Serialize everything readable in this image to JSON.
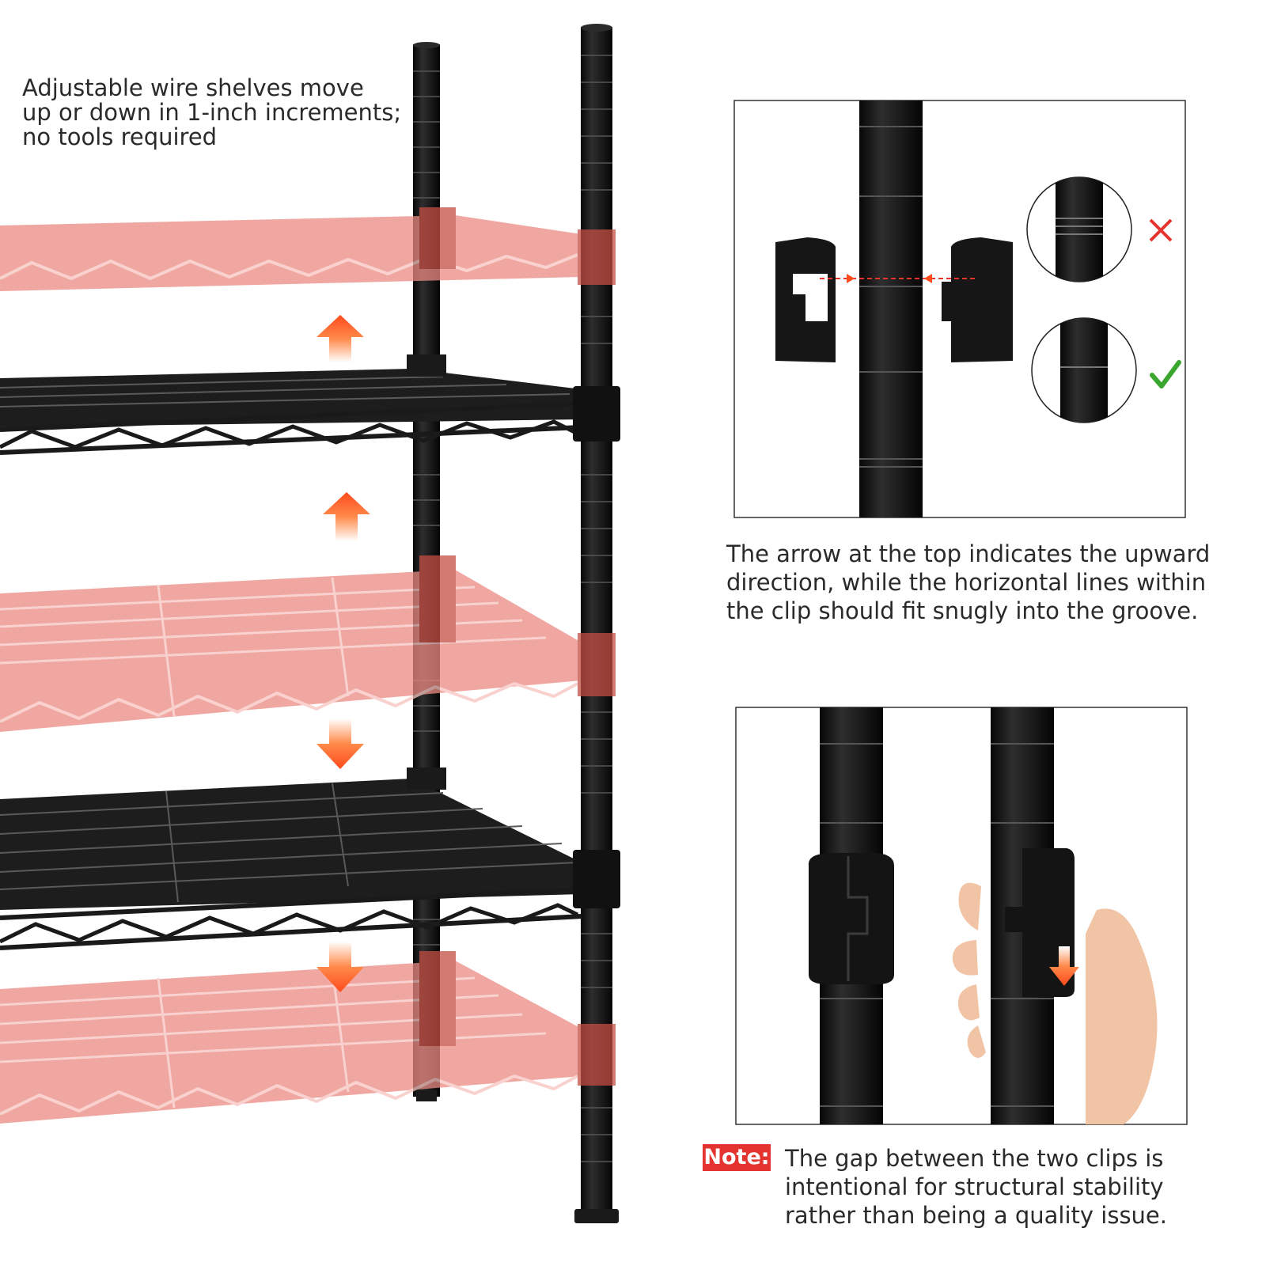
{
  "headline": {
    "lines": [
      "Adjustable wire shelves move",
      "up or down in 1-inch increments;",
      "no tools required"
    ]
  },
  "clip_direction_caption": {
    "lines": [
      "The arrow at the top indicates the upward",
      "direction, while the horizontal lines within",
      "the clip should fit snugly into the groove."
    ]
  },
  "note": {
    "badge": "Note:",
    "lines": [
      "The gap between the two clips is",
      "intentional  for structural stability",
      "rather than being a quality issue."
    ]
  },
  "icons": {
    "incorrect": "cross-icon",
    "correct": "check-icon",
    "up": "arrow-up-icon",
    "down": "arrow-down-icon"
  },
  "colors": {
    "accent_red": "#e3342f",
    "arrow_orange": "#ff4a1c",
    "ghost_shelf": "#ec8a82",
    "check_green": "#3aa62e",
    "frame_black": "#161616"
  }
}
